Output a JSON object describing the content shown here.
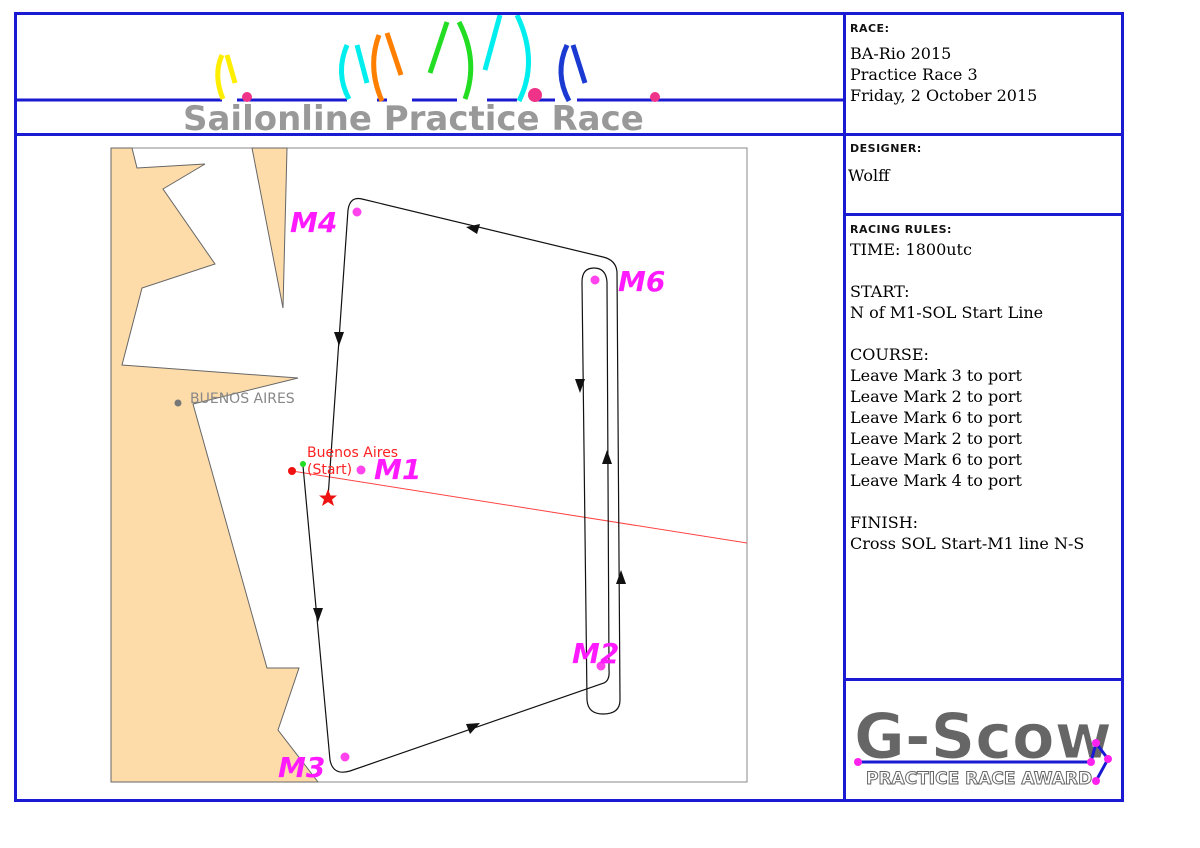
{
  "header": {
    "logo_text": "Sailonline Practice Race"
  },
  "race": {
    "label": "RACE:",
    "lines": [
      "BA-Rio 2015",
      "Practice Race 3",
      "Friday, 2 October 2015"
    ]
  },
  "designer": {
    "label": "DESIGNER:",
    "name": "Wolff"
  },
  "rules": {
    "label": "RACING RULES:",
    "lines": [
      "TIME: 1800utc",
      "",
      "START:",
      "N of M1-SOL Start Line",
      "",
      "COURSE:",
      "Leave Mark 3 to port",
      "Leave Mark 2 to port",
      "Leave Mark 6 to port",
      "Leave Mark 2 to port",
      "Leave Mark 6 to port",
      "Leave Mark 4 to port",
      "",
      "FINISH:",
      "Cross SOL Start-M1 line N-S"
    ]
  },
  "award": {
    "title": "G-Scow",
    "subtitle": "PRACTICE RACE AWARD"
  },
  "map": {
    "city_label": "BUENOS AIRES",
    "start_label_1": "Buenos Aires",
    "start_label_2": "(Start)",
    "marks": [
      "M1",
      "M2",
      "M3",
      "M4",
      "M6"
    ],
    "colors": {
      "land": "#fddcaa",
      "mark": "#ff33ff",
      "start_line": "#ff4444",
      "border": "#1a1ad2"
    }
  }
}
